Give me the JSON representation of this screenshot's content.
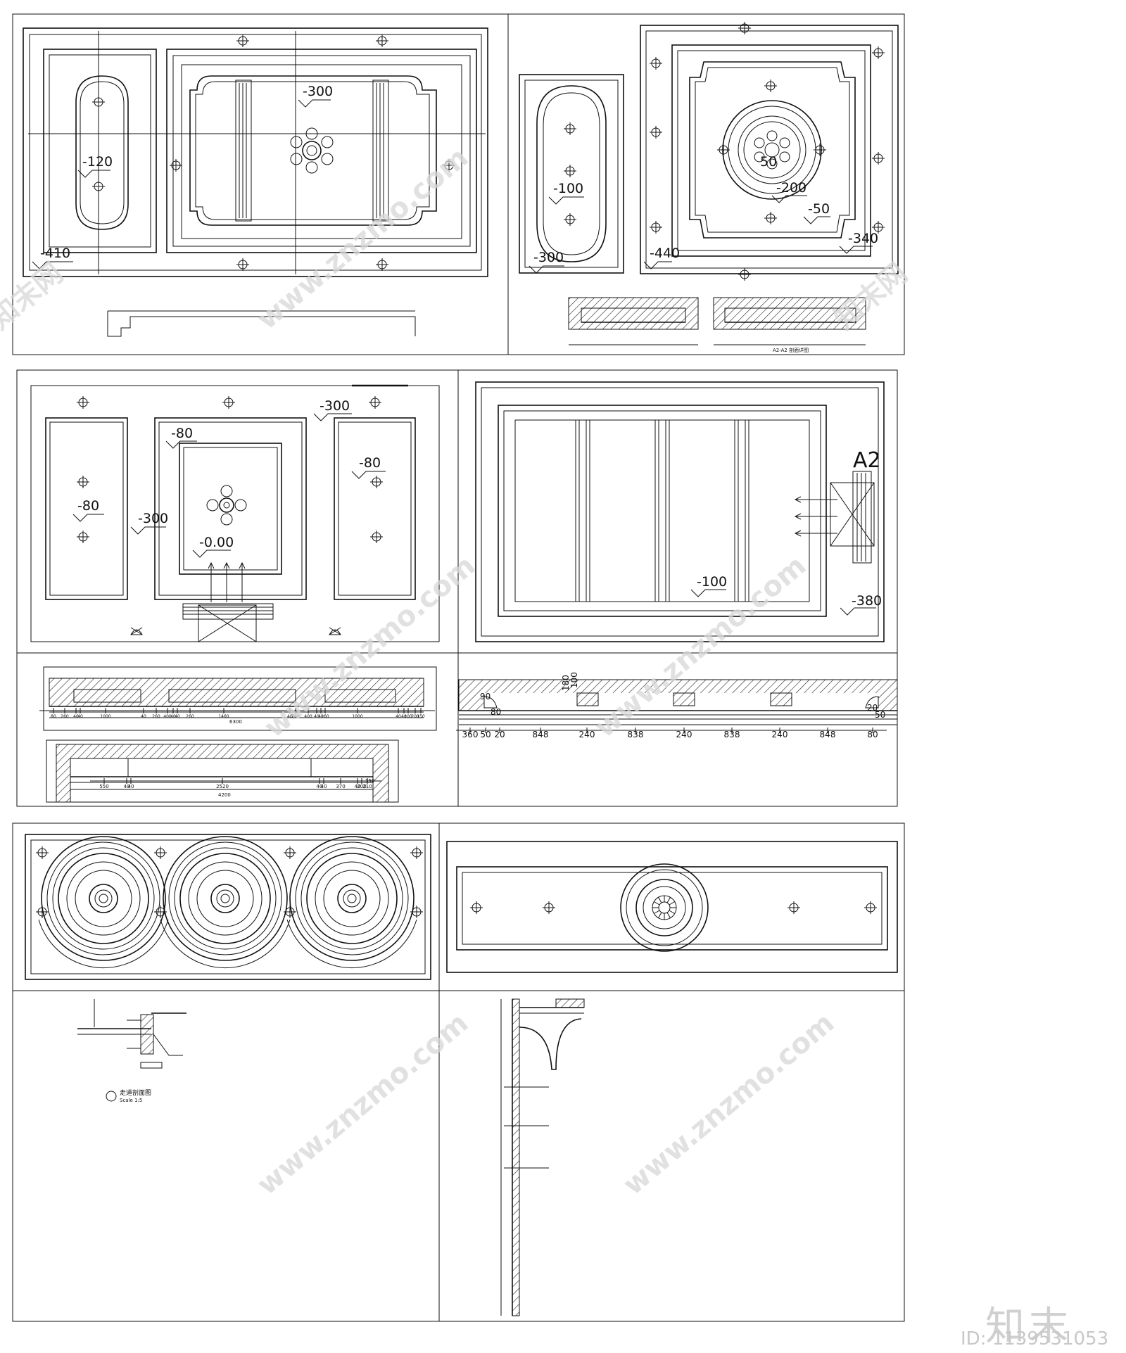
{
  "panel_a": {
    "levels": [
      "-300",
      "-120",
      "-410"
    ]
  },
  "panel_b": {
    "levels": [
      "-100",
      "-300",
      "-440",
      "50",
      "-200",
      "-50",
      "-340"
    ],
    "section_caption": "A2-A2 剖面详图"
  },
  "panel_c": {
    "levels": [
      "-300",
      "-80",
      "-80",
      "-80",
      "-300",
      "-0.00"
    ]
  },
  "panel_d": {
    "levels": [
      "-100",
      "-380"
    ],
    "tag": "A2"
  },
  "section_c1": {
    "dims": [
      "80",
      "260",
      "40",
      "40",
      "1000",
      "40",
      "260",
      "400",
      "40",
      "40",
      "260",
      "1460",
      "40",
      "260",
      "400",
      "40",
      "40",
      "260",
      "1000",
      "40",
      "40",
      "100",
      "200",
      "150"
    ],
    "total": "6300"
  },
  "section_c2": {
    "dims": [
      "550",
      "40",
      "40",
      "2520",
      "40",
      "40",
      "370",
      "40",
      "200",
      "210"
    ],
    "total": "4200",
    "vertical": "150"
  },
  "section_d1": {
    "dims": [
      "360",
      "50",
      "20",
      "848",
      "240",
      "838",
      "240",
      "838",
      "240",
      "848",
      "80"
    ],
    "side_dims": [
      "90",
      "80",
      "20",
      "50",
      "180",
      "100"
    ]
  },
  "section_e": {
    "caption": "走道剖面图",
    "scale": "Scale 1:5"
  },
  "watermark": {
    "site": "www.znzmo.com",
    "brand": "知末网"
  },
  "footer": {
    "logo": "知末",
    "id": "ID: 1139531053"
  }
}
